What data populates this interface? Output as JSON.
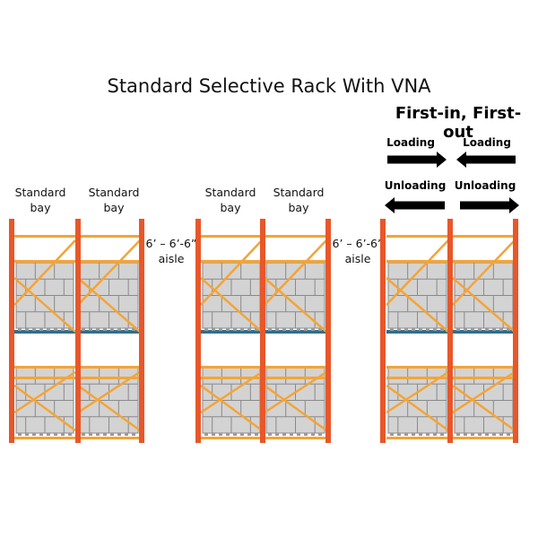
{
  "title": "Standard Selective Rack With VNA",
  "fifo_title": "First-in, First-out",
  "flow": {
    "loading_left": "Loading",
    "loading_right": "Loading",
    "unloading_left": "Unloading",
    "unloading_right": "Unloading"
  },
  "bays": [
    {
      "line1": "Standard",
      "line2": "bay"
    },
    {
      "line1": "Standard",
      "line2": "bay"
    },
    {
      "line1": "Standard",
      "line2": "bay"
    },
    {
      "line1": "Standard",
      "line2": "bay"
    }
  ],
  "aisles": [
    {
      "line1": "6’ – 6’-6”",
      "line2": "aisle"
    },
    {
      "line1": "6’ – 6’-6”",
      "line2": "aisle"
    }
  ],
  "colors": {
    "upright": "#e8572a",
    "beam": "#f4a437",
    "beam_blue": "#2f6f8f",
    "load": "#d3d3d3",
    "load_line": "#8a8a8a",
    "arrow": "#000000"
  }
}
